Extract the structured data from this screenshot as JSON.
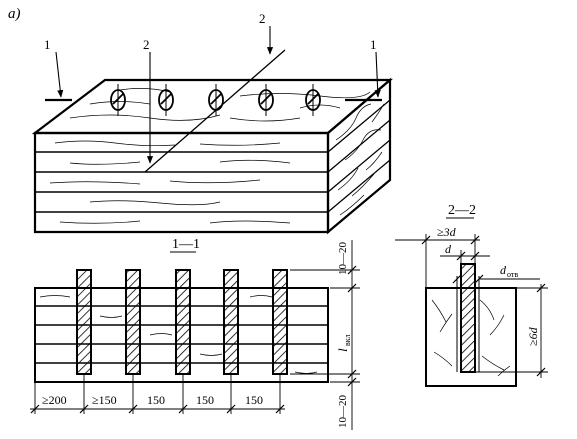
{
  "figure": {
    "panel_label": "а)",
    "callouts": {
      "left_1": "1",
      "right_1": "1",
      "left_2": "2",
      "top_2": "2"
    },
    "section_front": {
      "title": "1—1"
    },
    "section_side": {
      "title": "2—2"
    },
    "dims_bottom": [
      "≥200",
      "≥150",
      "150",
      "150",
      "150"
    ],
    "dim_top_gap": "10—20",
    "dim_bottom_gap": "10—20",
    "dim_length_main": "l",
    "dim_length_sub": "вкл",
    "dim_hole_spacing": "≥3d",
    "dim_diameter": "d",
    "dim_hole_main": "d",
    "dim_hole_sub": "отв",
    "dim_depth": "≥6d"
  }
}
